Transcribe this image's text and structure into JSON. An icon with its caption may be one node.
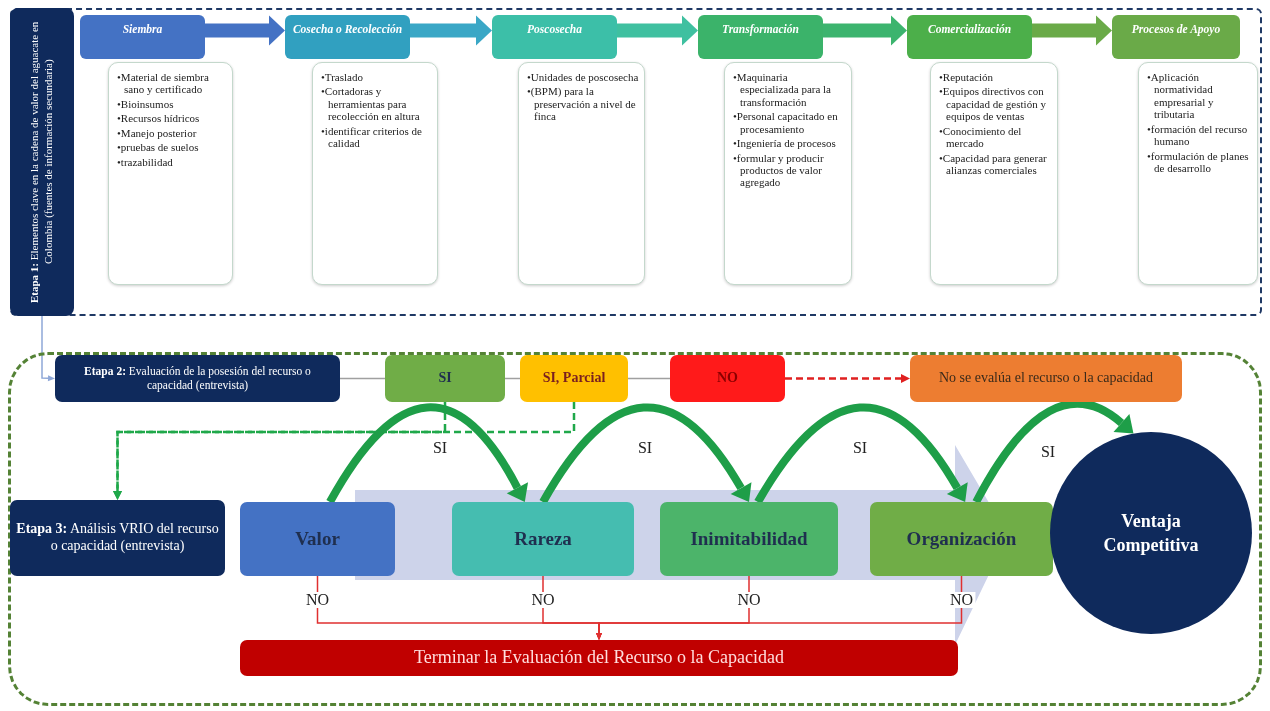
{
  "diagram": {
    "nodes": [
      {
        "text": [],
        "shape": "box"
      },
      {
        "text": [
          "**Etapa 1:** Elementos clave en la cadena de valor del aguacate en Colombia (fuentes de información secundaria)"
        ],
        "in": 0
      },
      {
        "text": [
          "Siembra"
        ],
        "in": 0
      },
      {
        "text": [
          "•Material de siembra sano y certificado",
          "•Bioinsumos",
          "•Recursos hídricos",
          "•Manejo posterior",
          "•pruebas de suelos",
          "•trazabilidad"
        ],
        "in": 0
      },
      {
        "text": [
          "Cosecha o Recolección"
        ],
        "in": 0
      },
      {
        "text": [
          "•Traslado",
          "•Cortadoras y herramientas para recolección en altura",
          "•identificar criterios de calidad"
        ],
        "in": 0
      },
      {
        "text": [
          "Poscosecha"
        ],
        "in": 0
      },
      {
        "text": [
          "•Unidades de poscosecha",
          "•(BPM) para la preservación a nivel de finca"
        ],
        "in": 0
      },
      {
        "text": [
          "Transformación"
        ],
        "in": 0
      },
      {
        "text": [
          "•Maquinaria especializada para la transformación",
          "•Personal capacitado en procesamiento",
          "•Ingeniería de procesos",
          "•formular y producir productos de valor agregado"
        ],
        "in": 0
      },
      {
        "text": [
          "Comercialización"
        ],
        "in": 0
      },
      {
        "text": [
          "•Reputación",
          "•Equipos directivos con capacidad de gestión y equipos de ventas",
          "•Conocimiento del mercado",
          "•Capacidad para generar alianzas comerciales"
        ],
        "in": 0
      },
      {
        "text": [
          "Procesos de Apoyo"
        ],
        "in": 0
      },
      {
        "text": [
          "•Aplicación normatividad empresarial y tributaria",
          "•formación del recurso humano",
          "•formulación de planes de desarrollo"
        ],
        "in": 0
      },
      {
        "text": [],
        "shape": "box"
      },
      {
        "text": [
          "**Etapa 2:** Evaluación de la posesión del recurso o capacidad (entrevista)"
        ],
        "in": 14
      },
      {
        "text": [
          "SI"
        ],
        "in": 14
      },
      {
        "text": [
          "SI, Parcial"
        ],
        "in": 14
      },
      {
        "text": [
          "NO"
        ],
        "in": 14
      },
      {
        "text": [
          "No se evalúa el recurso o la capacidad"
        ],
        "in": 14
      },
      {
        "text": [
          "**Etapa 3:** Análisis VRIO del recurso o capacidad (entrevista)"
        ],
        "in": 14
      },
      {
        "text": [
          "Valor"
        ],
        "in": 14
      },
      {
        "text": [
          "Rareza"
        ],
        "in": 14
      },
      {
        "text": [
          "Inimitabilidad"
        ],
        "in": 14
      },
      {
        "text": [
          "Organización"
        ],
        "in": 14
      },
      {
        "text": [
          "Ventaja Competitiva"
        ],
        "in": 14
      },
      {
        "text": [
          "Terminar la Evaluación del Recurso o la Capacidad"
        ],
        "in": 14
      }
    ],
    "edges": [
      {
        "from": 2,
        "to": 4,
        "arrow": "to",
        "style": "thick",
        "color": "#4472c4"
      },
      {
        "from": 4,
        "to": 6,
        "arrow": "to",
        "style": "thick",
        "color": "#3aa7c6"
      },
      {
        "from": 6,
        "to": 8,
        "arrow": "to",
        "style": "thick",
        "color": "#3fc0a0"
      },
      {
        "from": 8,
        "to": 10,
        "arrow": "to",
        "style": "thick",
        "color": "#3cb46e"
      },
      {
        "from": 10,
        "to": 12,
        "arrow": "to",
        "style": "thick",
        "color": "#6aaa48"
      },
      {
        "from": 1,
        "to": 15,
        "arrow": "to",
        "color": "#8fa8d8"
      },
      {
        "from": 15,
        "to": 16,
        "arrow": "none",
        "color": "#a0a0a0"
      },
      {
        "from": 16,
        "to": 17,
        "arrow": "none",
        "color": "#a0a0a0"
      },
      {
        "from": 17,
        "to": 18,
        "arrow": "none",
        "color": "#a0a0a0"
      },
      {
        "from": 18,
        "to": 19,
        "arrow": "to",
        "style": "dashed",
        "color": "#e02020"
      },
      {
        "from": 16,
        "to": 20,
        "arrow": "to",
        "style": "dashed",
        "color": "#1fa84a"
      },
      {
        "from": 17,
        "to": 20,
        "arrow": "to",
        "style": "dashed",
        "color": "#1fa84a"
      },
      {
        "from": 21,
        "to": 22,
        "arrow": "to",
        "label": "SI",
        "style": "thick",
        "color": "#1e9e48"
      },
      {
        "from": 22,
        "to": 23,
        "arrow": "to",
        "label": "SI",
        "style": "thick",
        "color": "#1e9e48"
      },
      {
        "from": 23,
        "to": 24,
        "arrow": "to",
        "label": "SI",
        "style": "thick",
        "color": "#1e9e48"
      },
      {
        "from": 24,
        "to": 25,
        "arrow": "to",
        "label": "SI",
        "style": "thick",
        "color": "#1e9e48"
      },
      {
        "from": 21,
        "to": 26,
        "arrow": "to",
        "label": "NO",
        "color": "#e03030"
      },
      {
        "from": 22,
        "to": 26,
        "arrow": "to",
        "label": "NO",
        "color": "#e03030"
      },
      {
        "from": 23,
        "to": 26,
        "arrow": "to",
        "label": "NO",
        "color": "#e03030"
      },
      {
        "from": 24,
        "to": 26,
        "arrow": "to",
        "label": "NO",
        "color": "#e03030"
      }
    ]
  }
}
